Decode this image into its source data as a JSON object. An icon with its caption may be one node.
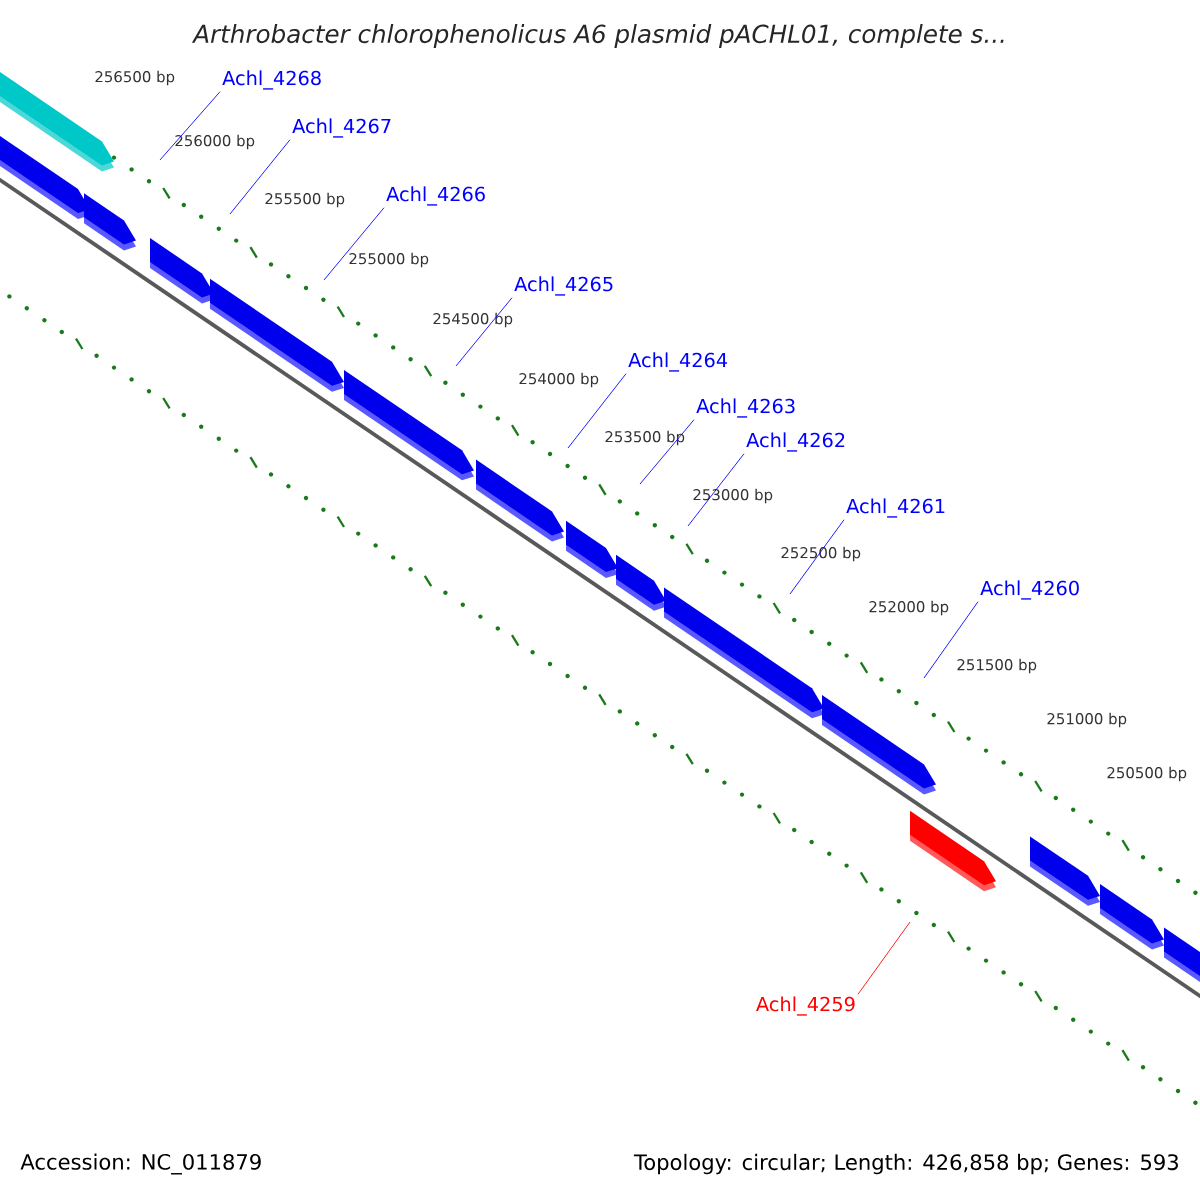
{
  "diagram": {
    "title": "Arthrobacter chlorophenolicus A6 plasmid pACHL01, complete s...",
    "nodes": [
      {
        "text": [
          "Achl_4268"
        ]
      },
      {
        "text": [
          "Achl_4267"
        ]
      },
      {
        "text": [
          "Achl_4266"
        ]
      },
      {
        "text": [
          "Achl_4265"
        ]
      },
      {
        "text": [
          "Achl_4264"
        ]
      },
      {
        "text": [
          "Achl_4263"
        ]
      },
      {
        "text": [
          "Achl_4262"
        ]
      },
      {
        "text": [
          "Achl_4261"
        ]
      },
      {
        "text": [
          "Achl_4260"
        ]
      },
      {
        "text": [
          "Achl_4259"
        ]
      }
    ],
    "edges": [
      {
        "from": 0,
        "to": null,
        "arrow": "none"
      },
      {
        "from": 1,
        "to": null,
        "arrow": "none"
      },
      {
        "from": 2,
        "to": null,
        "arrow": "none"
      },
      {
        "from": 3,
        "to": null,
        "arrow": "none"
      },
      {
        "from": 4,
        "to": null,
        "arrow": "none"
      },
      {
        "from": 5,
        "to": null,
        "arrow": "none"
      },
      {
        "from": 6,
        "to": null,
        "arrow": "none"
      },
      {
        "from": 7,
        "to": null,
        "arrow": "none"
      },
      {
        "from": 8,
        "to": null,
        "arrow": "none"
      },
      {
        "from": 9,
        "to": null,
        "arrow": "none",
        "color": "#ff0000"
      }
    ],
    "labels": [
      "256500 bp",
      "256000 bp",
      "255500 bp",
      "255000 bp",
      "254500 bp",
      "254000 bp",
      "253500 bp",
      "253000 bp",
      "252500 bp",
      "252000 bp",
      "251500 bp",
      "251000 bp",
      "250500 bp",
      "Accession: NC_011879",
      "Topology: circular; Length: 426,858 bp; Genes: 593"
    ]
  }
}
